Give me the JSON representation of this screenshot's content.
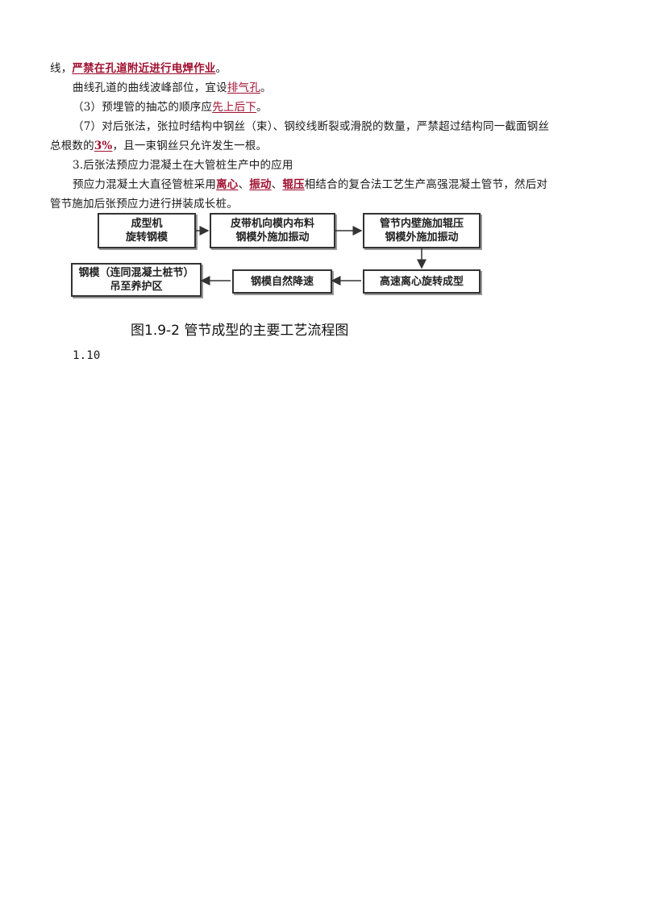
{
  "paragraphs": {
    "p1": {
      "prefix": "线，",
      "hl": "严禁在孔道附近进行电焊作业",
      "suffix": "。"
    },
    "p2": {
      "prefix": "曲线孔道的曲线波峰部位，宜设",
      "hl": "排气孔",
      "suffix": "。"
    },
    "p3": {
      "prefix": "（3）预埋管的抽芯的顺序应",
      "hl": "先上后下",
      "suffix": "。"
    },
    "p4_line1": "（7）对后张法，张拉时结构中钢丝（束）、钢绞线断裂或滑脱的数量，严禁超过结构同一截面钢丝",
    "p4_line2": {
      "prefix": "总根数的",
      "hl": "3%",
      "suffix": "，且一束钢丝只允许发生一根。"
    },
    "section_title": "3.后张法预应力混凝土在大管桩生产中的应用",
    "p5_line1": {
      "prefix": "预应力混凝土大直径管桩采用",
      "hl1": "离心",
      "sep1": "、",
      "hl2": "振动",
      "sep2": "、",
      "hl3": "辊压",
      "suffix": "相结合的复合法工艺生产高强混凝土管节，然后对"
    },
    "p5_line2": "管节施加后张预应力进行拼装成长桩。"
  },
  "flowchart": {
    "box1": {
      "line1": "成型机",
      "line2": "旋转钢模"
    },
    "box2": {
      "line1": "皮带机向模内布料",
      "line2": "钢模外施加振动"
    },
    "box3": {
      "line1": "管节内壁施加辊压",
      "line2": "钢模外施加振动"
    },
    "box4": {
      "line1": "高速离心旋转成型"
    },
    "box5": {
      "line1": "钢模自然降速"
    },
    "box6": {
      "line1": "钢模（连同混凝土桩节）",
      "line2": "吊至养护区"
    }
  },
  "caption": "图1.9-2  管节成型的主要工艺流程图",
  "footer_number": "1.10",
  "colors": {
    "highlight": "#a01030",
    "text": "#1a1a1a",
    "box_border": "#333333"
  }
}
